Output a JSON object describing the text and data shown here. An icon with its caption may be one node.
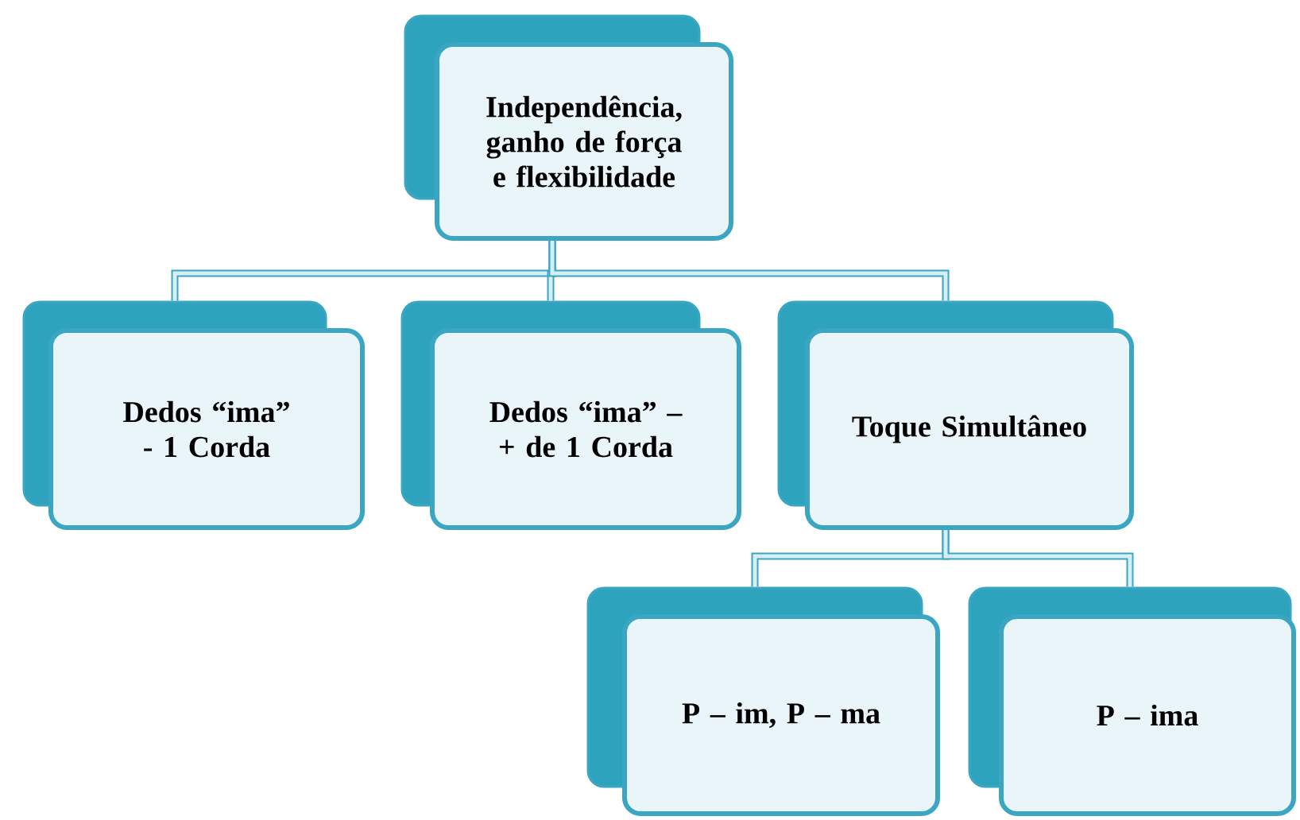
{
  "diagram": {
    "nodes": [
      {
        "text": [
          "Independência, ganho de força e flexibilidade"
        ]
      },
      {
        "text": [
          "Dedos “ima” - 1 Corda"
        ]
      },
      {
        "text": [
          "Dedos “ima” – + de 1 Corda"
        ]
      },
      {
        "text": [
          "Toque Simultâneo"
        ]
      },
      {
        "text": [
          "P – im, P – ma"
        ]
      },
      {
        "text": [
          "P – ima"
        ]
      }
    ],
    "edges": [
      {
        "from": 0,
        "to": 1,
        "arrow": "none"
      },
      {
        "from": 0,
        "to": 2,
        "arrow": "none"
      },
      {
        "from": 0,
        "to": 3,
        "arrow": "none"
      },
      {
        "from": 3,
        "to": 4,
        "arrow": "none"
      },
      {
        "from": 3,
        "to": 5,
        "arrow": "none"
      }
    ]
  }
}
